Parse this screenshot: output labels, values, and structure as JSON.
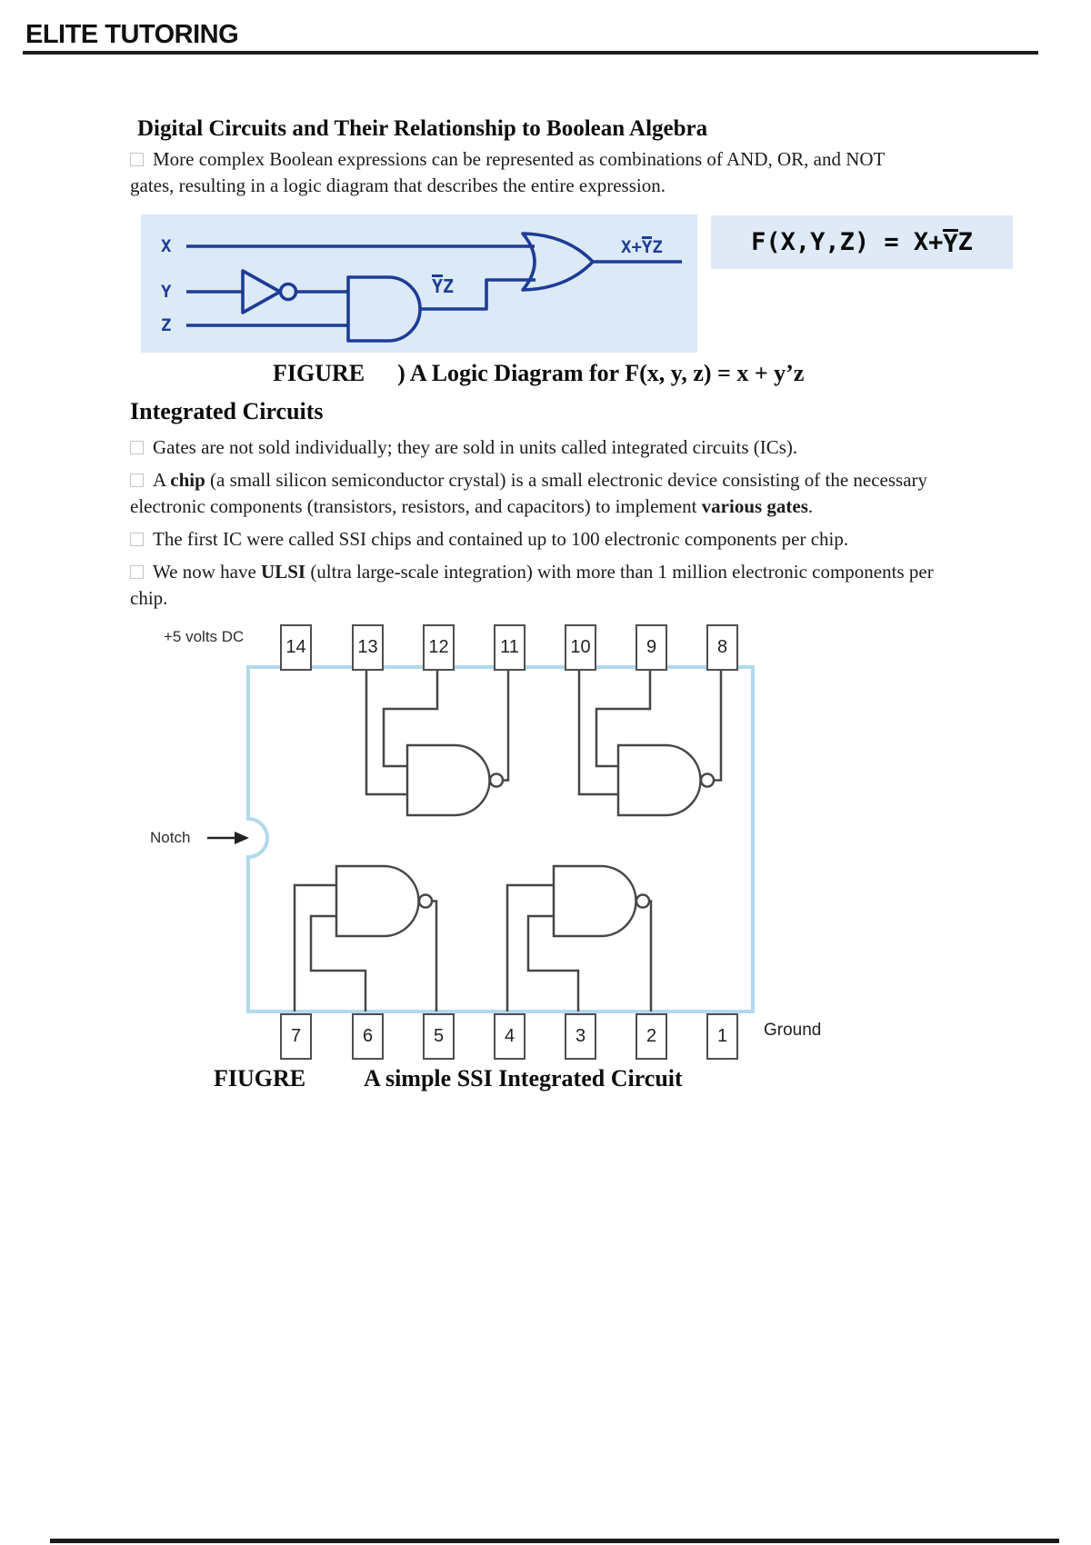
{
  "header": {
    "brand": "ELITE TUTORING"
  },
  "section1": {
    "title": "Digital Circuits and Their Relationship to Boolean Algebra",
    "bullet": "More complex Boolean expressions can be represented as combinations of AND, OR, and NOT gates, resulting in a logic diagram that describes the entire expression."
  },
  "logic_figure": {
    "inputs": [
      "X",
      "Y",
      "Z"
    ],
    "and_output_label": {
      "overlined": "Y",
      "suffix": "Z"
    },
    "or_output_label": {
      "prefix": "X+",
      "overlined": "Y",
      "suffix": "Z"
    },
    "formula": {
      "prefix": "F(X,Y,Z) = X+",
      "overlined": "Y",
      "suffix": "Z"
    },
    "caption_word": "FIGURE",
    "caption_rest": ") A Logic Diagram for F(x, y, z) = x + y’z",
    "colors": {
      "line": "#1e3c96",
      "background": "#dce9f6"
    }
  },
  "section2": {
    "title": "Integrated Circuits",
    "bullets": [
      [
        {
          "t": "Gates are not sold individually; they are sold in units called integrated circuits (ICs)."
        }
      ],
      [
        {
          "t": "A "
        },
        {
          "t": "chip",
          "b": true
        },
        {
          "t": " (a small silicon semiconductor crystal) is a small electronic device consisting of the necessary electronic components (transistors, resistors, and capacitors) to implement "
        },
        {
          "t": "various gates",
          "b": true
        },
        {
          "t": "."
        }
      ],
      [
        {
          "t": "The first IC were called SSI chips and contained up to 100 electronic components per chip."
        }
      ],
      [
        {
          "t": "We now have "
        },
        {
          "t": "ULSI",
          "b": true
        },
        {
          "t": " (ultra large-scale integration) with more than 1 million electronic components per chip."
        }
      ]
    ]
  },
  "ic_figure": {
    "power_label": "+5 volts DC",
    "notch_label": "Notch",
    "ground_label": "Ground",
    "top_pins": [
      "14",
      "13",
      "12",
      "11",
      "10",
      "9",
      "8"
    ],
    "bottom_pins": [
      "7",
      "6",
      "5",
      "4",
      "3",
      "2",
      "1"
    ],
    "caption_word": "FIUGRE",
    "caption_rest": "A simple SSI Integrated Circuit",
    "colors": {
      "chip_outline": "#b2d9ec",
      "wire": "#474747"
    }
  }
}
